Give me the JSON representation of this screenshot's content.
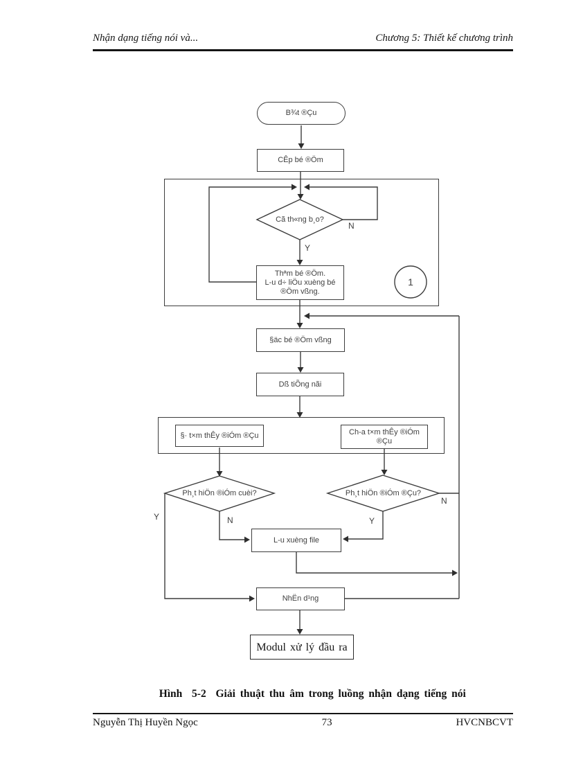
{
  "page": {
    "header": {
      "left": "Nhận dạng tiếng nói và...",
      "right": "Chương 5: Thiết kế chương trình"
    },
    "caption": "Hình  5-2  Giải thuật thu âm trong luồng nhận dạng tiếng nói",
    "footer": {
      "author": "Nguyễn Thị Huyền Ngọc",
      "page_number": "73",
      "institution": "HVCNBCVT"
    }
  },
  "flowchart": {
    "start": "B¾t ®Çu",
    "allocate_buffer": "CÊp bé ®Öm",
    "has_notification": "Cã th«ng b¸o?",
    "add_buffer_line1": "Thªm bé ®Öm.",
    "add_buffer_line2": "L-u d÷ liÖu xuèng bé",
    "add_buffer_line3": "®Öm vßng.",
    "connector": "1",
    "read_buffer": "§äc bé ®Öm vßng",
    "detect_speech": "Dß tiÕng nãi",
    "found_start": "§· t×m thÊy ®iÓm ®Çu",
    "not_found_start": "Ch-a t×m thÊy ®iÓm ®Çu",
    "detect_end_q": "Ph¸t hiÖn ®iÓm cuèi?",
    "detect_start_q": "Ph¸t hiÖn ®iÓm ®Çu?",
    "save_file": "L-u xuèng file",
    "recognize": "NhËn d¹ng",
    "output_module": "Modul xử lý đầu ra",
    "labels": {
      "yes": "Y",
      "no": "N"
    }
  },
  "colors": {
    "stroke": "#3c3c3c",
    "flow_text": "#3f3f3f",
    "document_text": "#141414",
    "background": "#ffffff"
  }
}
